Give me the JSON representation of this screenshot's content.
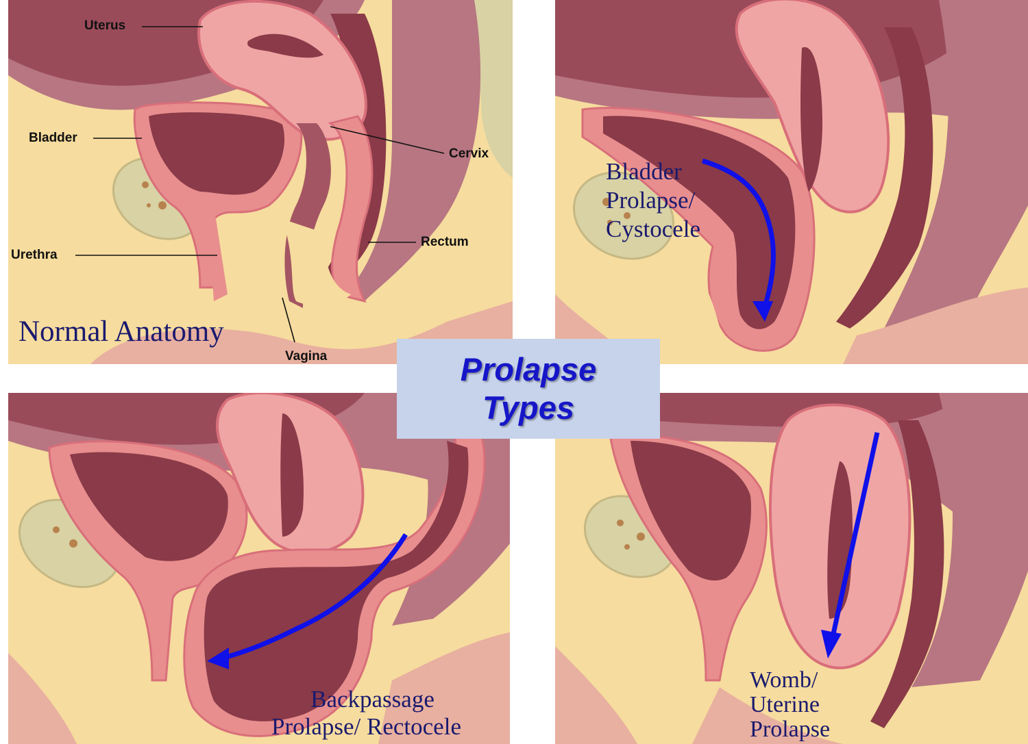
{
  "title": {
    "line1": "Prolapse",
    "line2": "Types"
  },
  "panels": {
    "normal": {
      "caption": "Normal Anatomy",
      "labels": {
        "uterus": "Uterus",
        "bladder": "Bladder",
        "cervix": "Cervix",
        "urethra": "Urethra",
        "rectum": "Rectum",
        "vagina": "Vagina"
      }
    },
    "cystocele": {
      "caption_line1": "Bladder",
      "caption_line2": "Prolapse/",
      "caption_line3": "Cystocele"
    },
    "rectocele": {
      "caption_line1": "Backpassage",
      "caption_line2": "Prolapse/ Rectocele"
    },
    "uterine": {
      "caption_line1": "Womb/",
      "caption_line2": "Uterine",
      "caption_line3": "Prolapse"
    }
  },
  "colors": {
    "skin": "#e8b0a0",
    "fat": "#f6dc9e",
    "tissue_pink": "#e88e8e",
    "tissue_light": "#f0a5a5",
    "organ_dark": "#8a3a48",
    "cavity": "#a45563",
    "bone": "#d8d2a4",
    "arrow": "#1010e8",
    "title_bg": "#c7d3ea",
    "title_text": "#1616c8",
    "caption_text": "#1a1a6e"
  }
}
